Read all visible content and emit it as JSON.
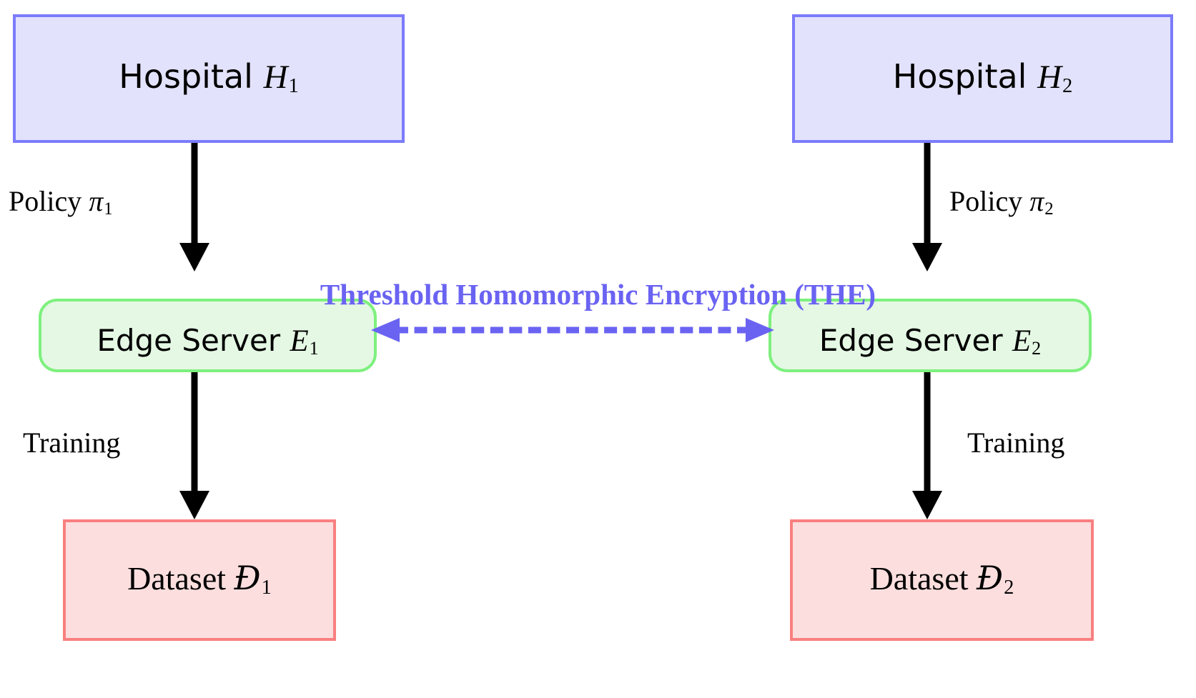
{
  "diagram": {
    "title_caption": "Threshold Homomorphic Encryption (THE)",
    "colors": {
      "hospital_fill": "#e2e2fc",
      "hospital_border": "#7b7bfb",
      "edge_fill": "#e4f8e4",
      "edge_border": "#7ef07e",
      "dataset_fill": "#fcdede",
      "dataset_border": "#f98080",
      "the_accent": "#6a63f2",
      "arrow_black": "#000000",
      "background": "#ffffff"
    },
    "nodes": {
      "hospital_1": {
        "name": "Hospital",
        "symbol": "H",
        "subscript": "1"
      },
      "hospital_2": {
        "name": "Hospital",
        "symbol": "H",
        "subscript": "2"
      },
      "edge_server_1": {
        "name": "Edge Server",
        "symbol": "E",
        "subscript": "1"
      },
      "edge_server_2": {
        "name": "Edge Server",
        "symbol": "E",
        "subscript": "2"
      },
      "dataset_1": {
        "name": "Dataset",
        "symbol": "Ð",
        "subscript": "1"
      },
      "dataset_2": {
        "name": "Dataset",
        "symbol": "Ð",
        "subscript": "2"
      }
    },
    "edges": {
      "policy_1": {
        "label": "Policy",
        "symbol": "π",
        "subscript": "1"
      },
      "policy_2": {
        "label": "Policy",
        "symbol": "π",
        "subscript": "2"
      },
      "training_1": {
        "label": "Training"
      },
      "training_2": {
        "label": "Training"
      },
      "the_link": {
        "label": "Threshold Homomorphic Encryption (THE)",
        "style": "dashed",
        "direction": "bidirectional"
      }
    }
  }
}
